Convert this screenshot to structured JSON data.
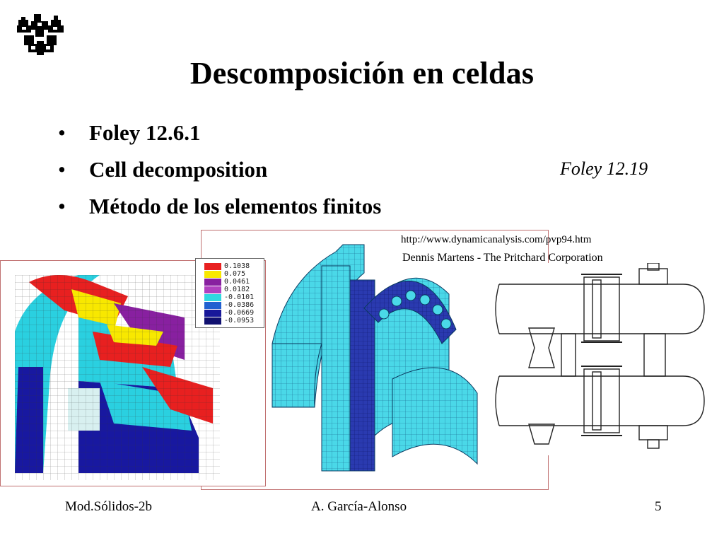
{
  "slide": {
    "title": "Descomposición en celdas",
    "bullets": [
      {
        "marker": "•",
        "text": "Foley 12.6.1"
      },
      {
        "marker": "•",
        "text": "Cell decomposition"
      },
      {
        "marker": "•",
        "text": "Método de los elementos finitos"
      }
    ],
    "figure_reference": "Foley 12.19",
    "source_url": "http://www.dynamicanalysis.com/pvp94.htm",
    "source_author": "Dennis Martens - The Pritchard Corporation"
  },
  "legend": {
    "entries": [
      {
        "label": "0.1038",
        "color": "#e82020"
      },
      {
        "label": "0.075",
        "color": "#f8e800"
      },
      {
        "label": "0.0461",
        "color": "#8820a0"
      },
      {
        "label": "0.0182",
        "color": "#b040c0"
      },
      {
        "label": "-0.0101",
        "color": "#30d8e0"
      },
      {
        "label": "-0.0386",
        "color": "#2060d0"
      },
      {
        "label": "-0.0669",
        "color": "#18189a"
      },
      {
        "label": "-0.0953",
        "color": "#101070"
      }
    ]
  },
  "footer": {
    "left": "Mod.Sólidos-2b",
    "center": "A. García-Alonso",
    "page": "5"
  }
}
